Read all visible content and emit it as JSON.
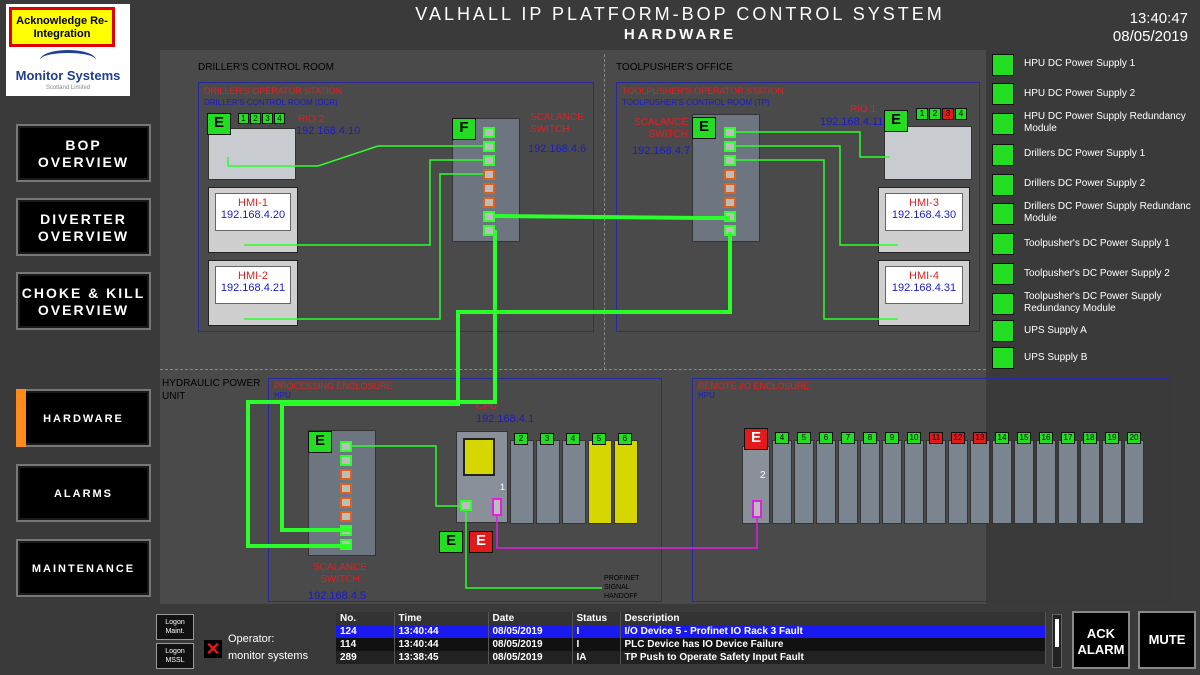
{
  "header": {
    "title": "VALHALL IP PLATFORM-BOP CONTROL SYSTEM",
    "subtitle": "HARDWARE",
    "time": "13:40:47",
    "date": "08/05/2019"
  },
  "logo": {
    "ack_button": "Acknowledge Re-Integration",
    "company": "Monitor Systems",
    "company_sub": "Scotland Limited"
  },
  "nav": [
    {
      "label": "BOP OVERVIEW"
    },
    {
      "label": "DIVERTER OVERVIEW"
    },
    {
      "label": "CHOKE & KILL OVERVIEW"
    },
    {
      "label": "HARDWARE"
    },
    {
      "label": "ALARMS"
    },
    {
      "label": "MAINTENANCE"
    }
  ],
  "zones": {
    "drillers_room": "DRILLER'S CONTROL ROOM",
    "toolpusher_office": "TOOLPUSHER'S OFFICE",
    "hpu": "HYDRAULIC POWER UNIT"
  },
  "dcr": {
    "station": "DRILLER'S OPERATOR STATION",
    "location": "DRILLER'S CONTROL ROOM (DCR)",
    "rio_label": "RIO 2",
    "rio_ip": "192.168.4.10",
    "rio_tag": "E",
    "rio_slots": [
      "1",
      "2",
      "3",
      "4"
    ],
    "switch_tag": "F",
    "switch_label": "SCALANCE SWITCH",
    "switch_ip": "192.168.4.6",
    "hmi1_name": "HMI-1",
    "hmi1_ip": "192.168.4.20",
    "hmi2_name": "HMI-2",
    "hmi2_ip": "192.168.4.21"
  },
  "tp": {
    "station": "TOOLPUSHER'S OPERATOR STATION",
    "location": "TOOLPUSHER'S CONTROL ROOM (TP)",
    "switch_label": "SCALANCE SWITCH",
    "switch_ip": "192.168.4.7",
    "switch_tag": "E",
    "rio_label": "RIO 1",
    "rio_ip": "192.168.4.11",
    "rio_tag": "E",
    "rio_slots": [
      "1",
      "2",
      "3",
      "4"
    ],
    "hmi3_name": "HMI-3",
    "hmi3_ip": "192.168.4.30",
    "hmi4_name": "HMI-4",
    "hmi4_ip": "192.168.4.31"
  },
  "hpu": {
    "enclosure": "PROCESSING ENCLOSURE",
    "enclosure_sub": "HPU",
    "switch_tag": "E",
    "switch_label": "SCALANCE SWITCH",
    "switch_ip": "192.168.4.5",
    "cpu_label": "CPU",
    "cpu_ip": "192.168.4.1",
    "cpu_slots": [
      "2",
      "3",
      "4",
      "5",
      "6"
    ],
    "cpu_port_num": "1",
    "tag_e1": "E",
    "tag_e2": "E",
    "profinet_note": "PROFINET SIGNAL HANDOFF"
  },
  "remote": {
    "enclosure": "REMOTE I/O ENCLOSURE",
    "enclosure_sub": "HPU",
    "tag": "E",
    "port_num": "2",
    "slots": [
      "4",
      "5",
      "6",
      "7",
      "8",
      "9",
      "10",
      "11",
      "12",
      "13",
      "14",
      "15",
      "16",
      "17",
      "18",
      "19",
      "20"
    ]
  },
  "power_supplies": [
    "HPU DC Power Supply 1",
    "HPU DC Power Supply 2",
    "HPU DC Power Supply Redundancy Module",
    "Drillers DC Power Supply 1",
    "Drillers DC Power Supply 2",
    "Drillers DC Power Supply Redundanc Module",
    "Toolpusher's DC Power Supply 1",
    "Toolpusher's DC Power Supply 2",
    "Toolpusher's DC Power Supply Redundancy Module",
    "UPS Supply A",
    "UPS Supply B"
  ],
  "bottom": {
    "logon_maint": "Logon Maint.",
    "logon_mssl": "Logon MSSL",
    "operator_label": "Operator:",
    "operator_name": "monitor systems",
    "ack_alarm": "ACK ALARM",
    "mute": "MUTE"
  },
  "alarms": {
    "columns": [
      "No.",
      "Time",
      "Date",
      "Status",
      "Description"
    ],
    "rows": [
      [
        "124",
        "13:40:44",
        "08/05/2019",
        "I",
        "I/O Device 5 - Profinet IO Rack 3 Fault"
      ],
      [
        "114",
        "13:40:44",
        "08/05/2019",
        "I",
        "PLC Device has IO Device Failure"
      ],
      [
        "289",
        "13:38:45",
        "08/05/2019",
        "IA",
        "TP Push to Operate Safety Input Fault"
      ]
    ]
  },
  "colors": {
    "ok": "#22dd22",
    "fault": "#e21a1a",
    "network": "#2aff2a",
    "selected_row": "#1a1af0",
    "active_nav": "#ff8c1a"
  }
}
